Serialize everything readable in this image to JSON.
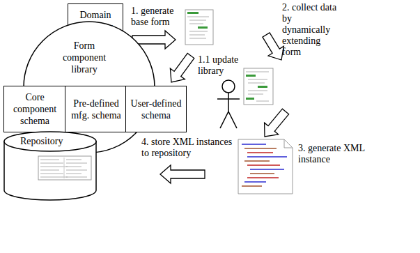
{
  "diagram": {
    "nodes": [
      {
        "text": [
          "Domain ontology schema"
        ]
      },
      {
        "text": [
          "Form component library"
        ]
      },
      {
        "text": [
          "Core component schema"
        ]
      },
      {
        "text": [
          "Pre-defined mfg. schema"
        ]
      },
      {
        "text": [
          "User-defined schema"
        ]
      },
      {
        "text": [
          "Repository"
        ]
      }
    ],
    "labels": [
      "1. generate base form",
      "1.1 update library",
      "2. collect data by dynamically extending form",
      "3. generate XML instance",
      "4. store XML instances to repository"
    ]
  }
}
